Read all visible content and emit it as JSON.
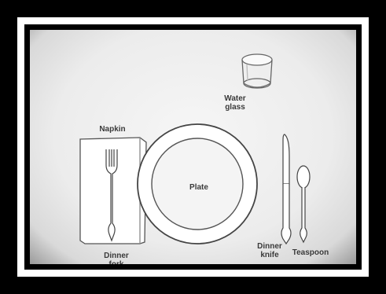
{
  "labels": {
    "water_glass_line1": "Water",
    "water_glass_line2": "glass",
    "napkin": "Napkin",
    "plate": "Plate",
    "dinner_fork_line1": "Dinner",
    "dinner_fork_line2": "fork",
    "dinner_knife_line1": "Dinner",
    "dinner_knife_line2": "knife",
    "teaspoon": "Teaspoon"
  }
}
